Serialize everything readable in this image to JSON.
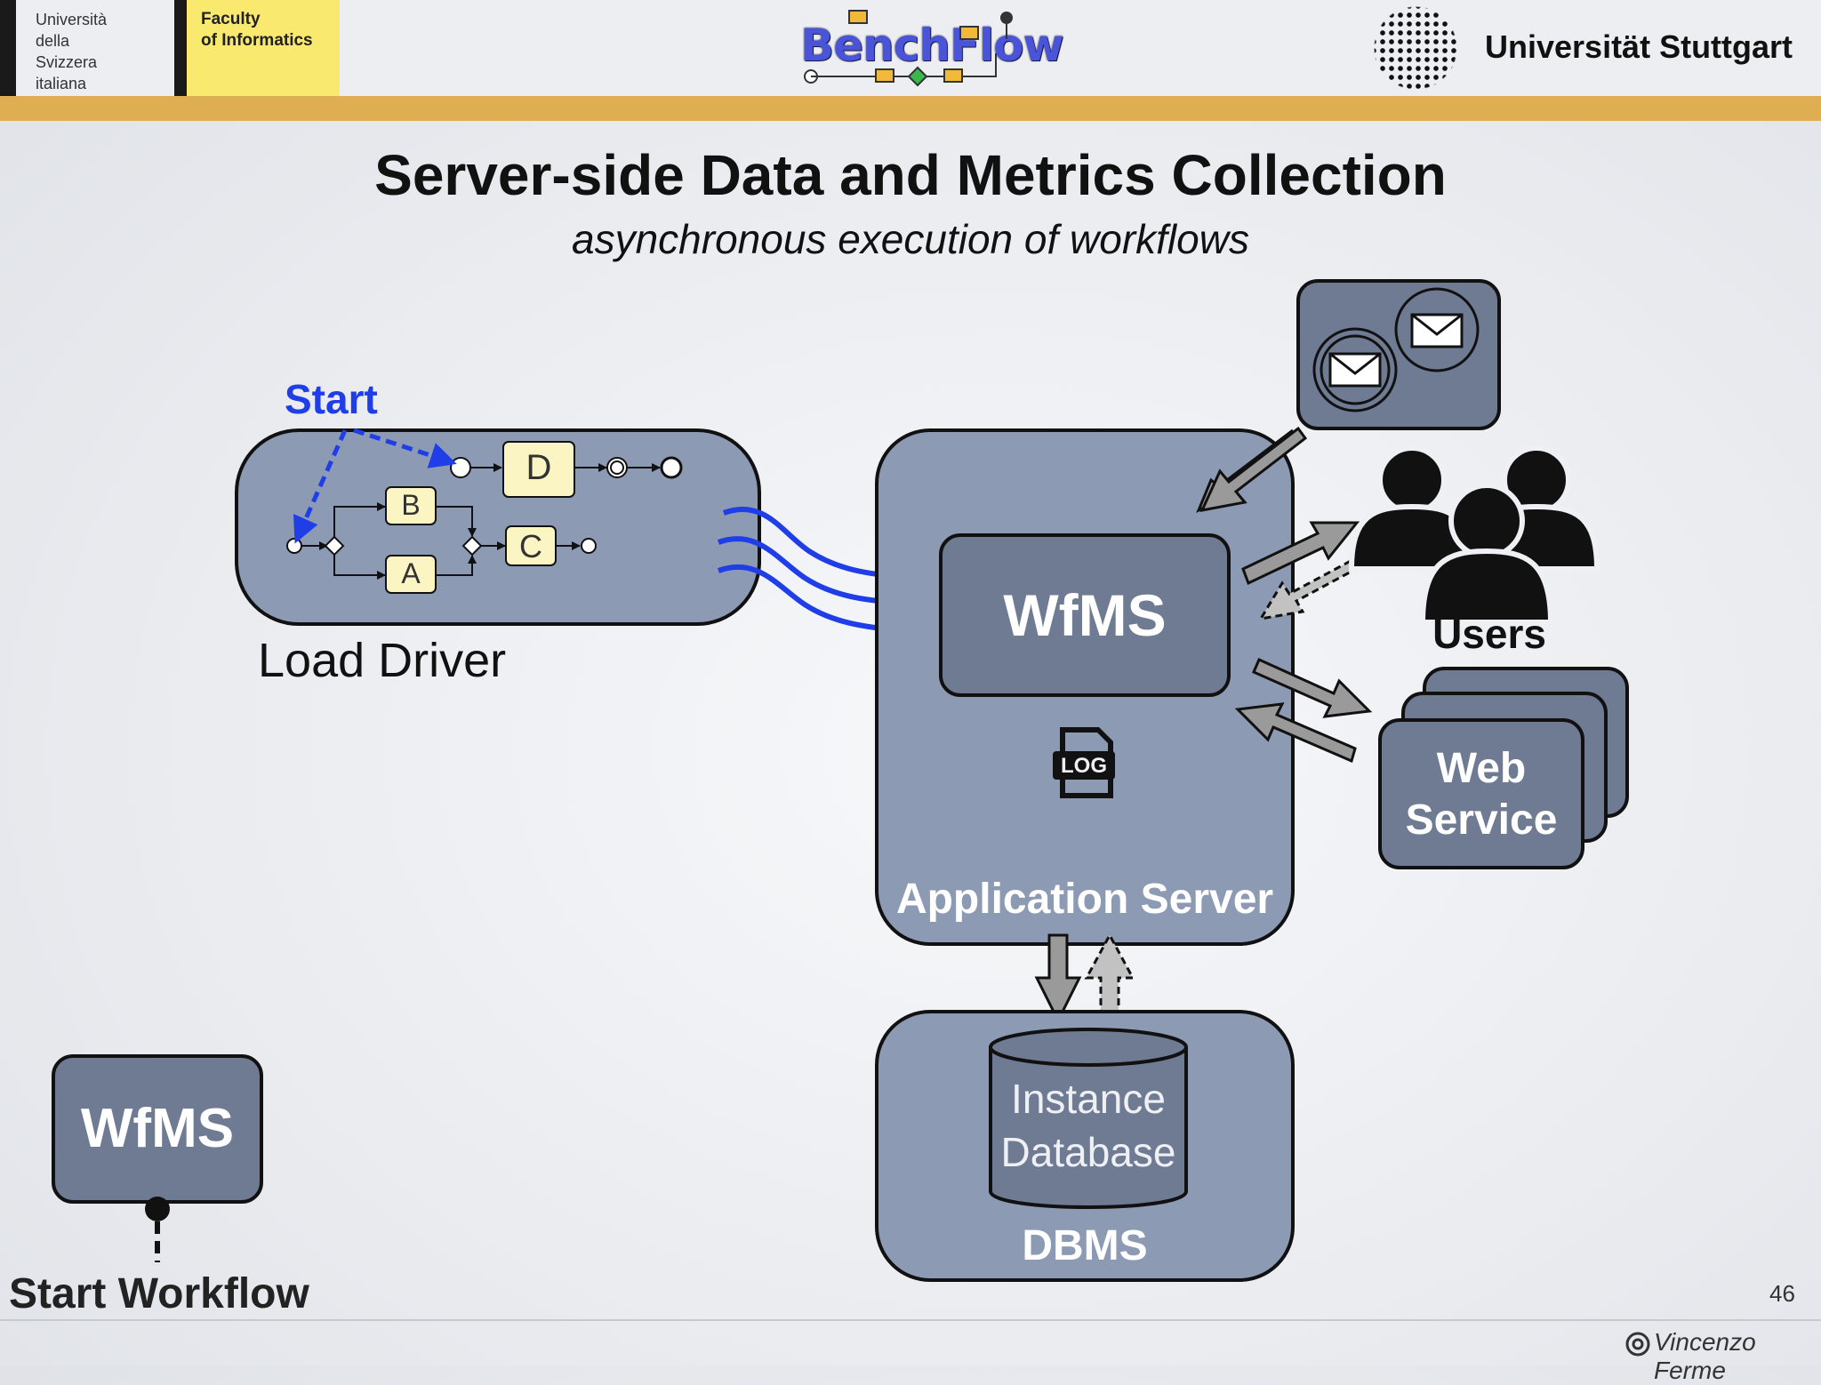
{
  "header": {
    "usi_lines": [
      "Università",
      "della",
      "Svizzera",
      "italiana"
    ],
    "faculty_lines": [
      "Faculty",
      "of Informatics"
    ],
    "logo": "BenchFlow",
    "university": "Universität Stuttgart"
  },
  "slide": {
    "title": "Server-side Data and Metrics Collection",
    "subtitle": "asynchronous execution of workflows",
    "page_number": "46",
    "author": "Vincenzo Ferme"
  },
  "diagram": {
    "start_label": "Start",
    "load_driver_label": "Load Driver",
    "tasks": [
      "B",
      "A",
      "D",
      "C"
    ],
    "wfms_label": "WfMS",
    "log_label": "LOG",
    "app_server_label": "Application Server",
    "users_label": "Users",
    "web_service_label": "Web Service",
    "web_service_lines": [
      "Web",
      "Service"
    ],
    "db_lines": [
      "Instance",
      "Database"
    ],
    "dbms_label": "DBMS",
    "legend_wfms": "WfMS",
    "legend_label": "Start Workflow"
  },
  "colors": {
    "box_fill": "#8c9ab4",
    "box_dark": "#6f7a93",
    "start_blue": "#1f3ee8",
    "accent_bar": "#e0ae52",
    "faculty_yellow": "#f9e96e"
  }
}
